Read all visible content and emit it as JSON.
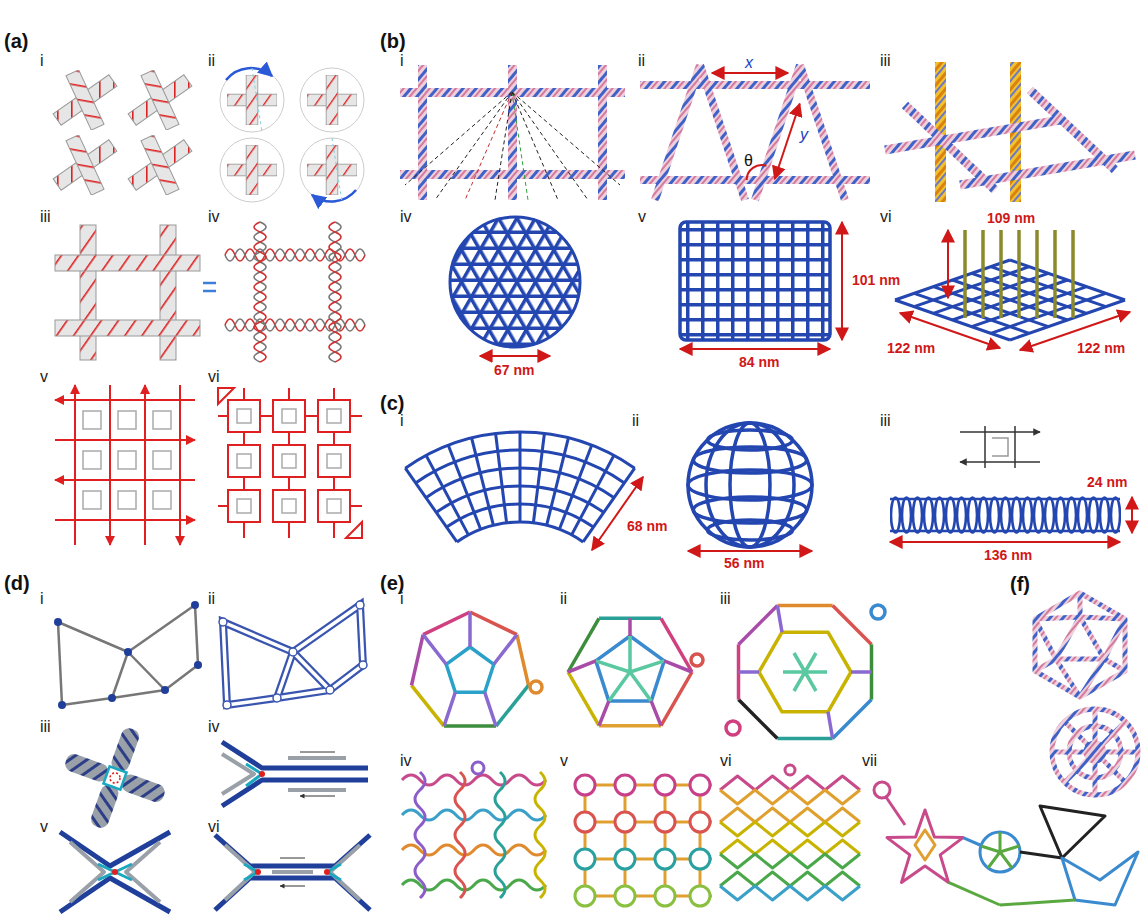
{
  "diagram": {
    "labels": [
      "(a)",
      "i",
      "ii",
      "iii",
      "iv",
      "v",
      "vi",
      "(b)",
      "i",
      "ii",
      "iii",
      "iv",
      "v",
      "vi",
      "x",
      "y",
      "θ",
      "67 nm",
      "84 nm",
      "101 nm",
      "109 nm",
      "122 nm",
      "122 nm",
      "(c)",
      "i",
      "ii",
      "iii",
      "68 nm",
      "56 nm",
      "24 nm",
      "136 nm",
      "(d)",
      "i",
      "ii",
      "iii",
      "iv",
      "v",
      "vi",
      "(e)",
      "i",
      "ii",
      "iii",
      "iv",
      "v",
      "vi",
      "vii",
      "(f)"
    ]
  }
}
